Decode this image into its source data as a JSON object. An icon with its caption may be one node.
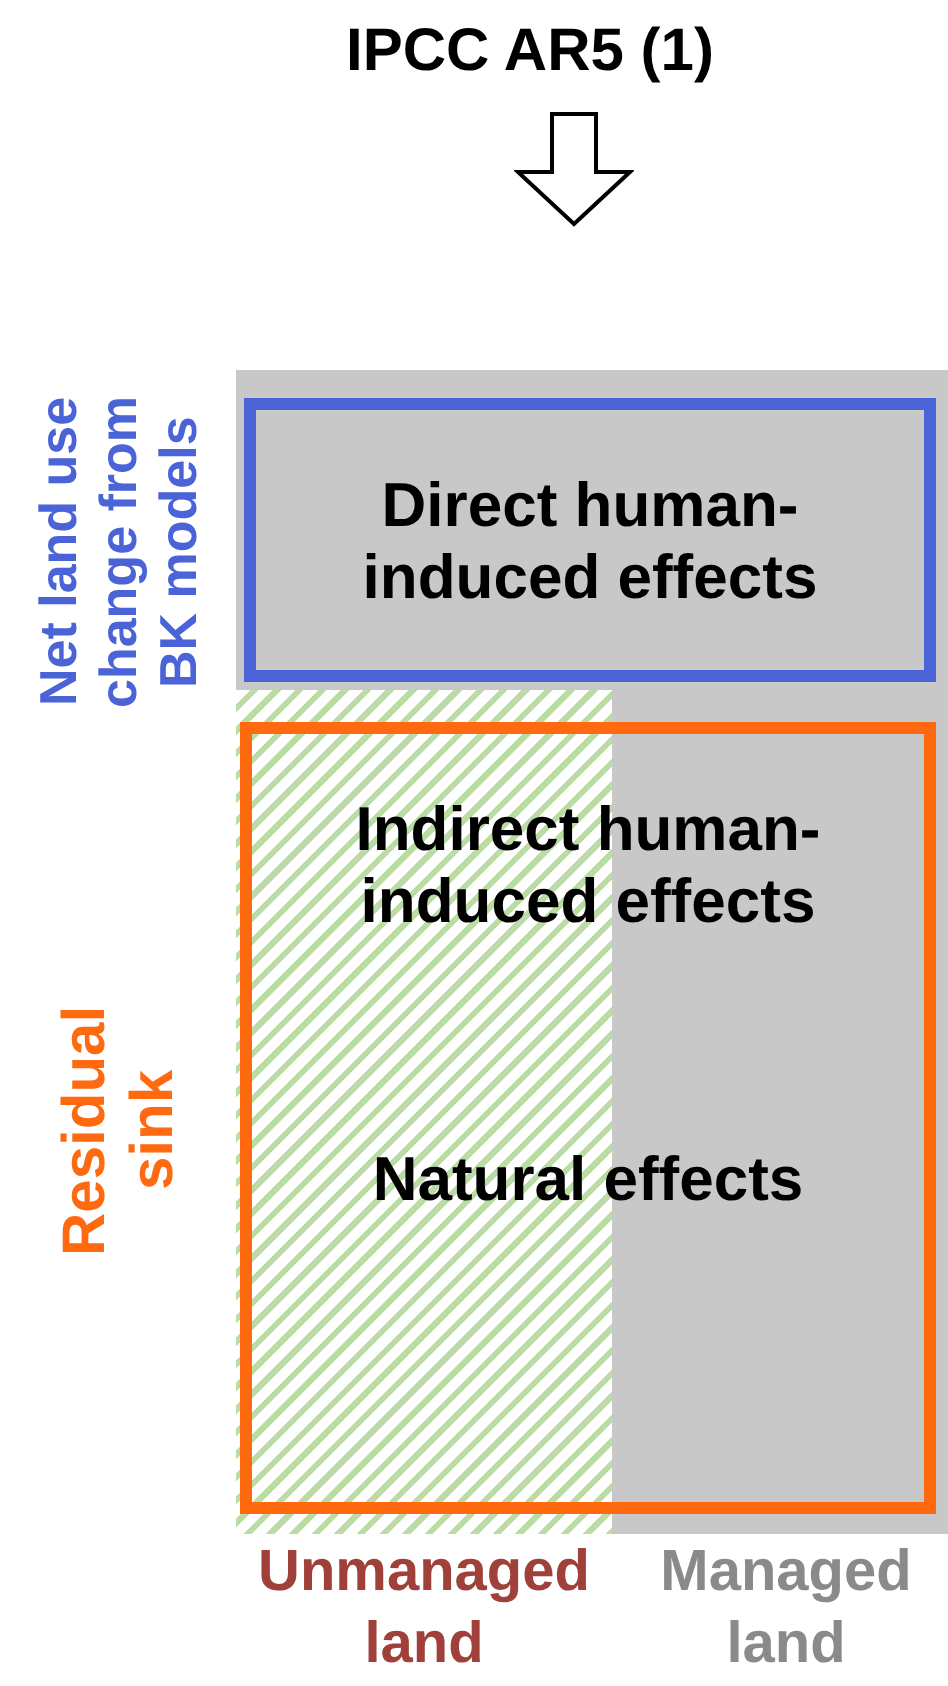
{
  "diagram": {
    "title": "IPCC AR5 (1)",
    "nodes": [
      {
        "text": [
          "Direct human-induced effects"
        ],
        "beside": [
          "Net land use change from BK models"
        ]
      },
      {
        "text": [
          "Indirect human-induced effects",
          "Natural effects"
        ],
        "beside": [
          "Residual sink"
        ]
      }
    ],
    "labels": [
      "Unmanaged land",
      "Managed land"
    ]
  }
}
